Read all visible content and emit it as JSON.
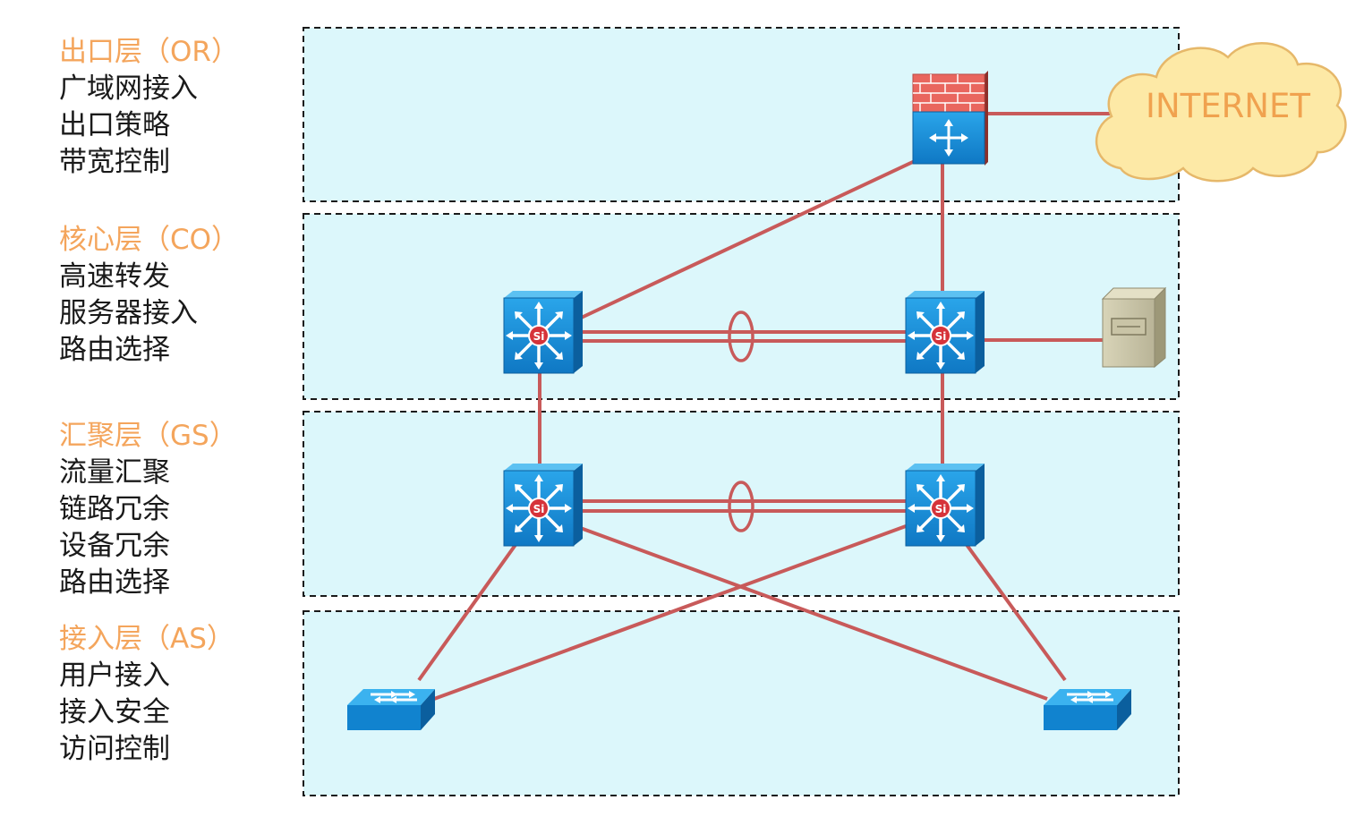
{
  "layers": [
    {
      "id": "or",
      "title": "出口层（OR）",
      "functions": [
        "广域网接入",
        "出口策略",
        "带宽控制"
      ]
    },
    {
      "id": "co",
      "title": "核心层（CO）",
      "functions": [
        "高速转发",
        "服务器接入",
        "路由选择"
      ]
    },
    {
      "id": "gs",
      "title": "汇聚层（GS）",
      "functions": [
        "流量汇聚",
        "链路冗余",
        "设备冗余",
        "路由选择"
      ]
    },
    {
      "id": "as",
      "title": "接入层（AS）",
      "functions": [
        "用户接入",
        "接入安全",
        "访问控制"
      ]
    }
  ],
  "cloud": {
    "label": "INTERNET"
  },
  "devices": {
    "l3_switch_badge": "Si"
  },
  "colors": {
    "link": "#c85a5a",
    "zone_fill": "#dcf7fb",
    "zone_border": "#1a1a1a",
    "device_blue": "#1a8fd8",
    "cloud_fill": "#fde9a6",
    "firewall_brick": "#e9665e",
    "label_orange": "#f4a55c"
  }
}
